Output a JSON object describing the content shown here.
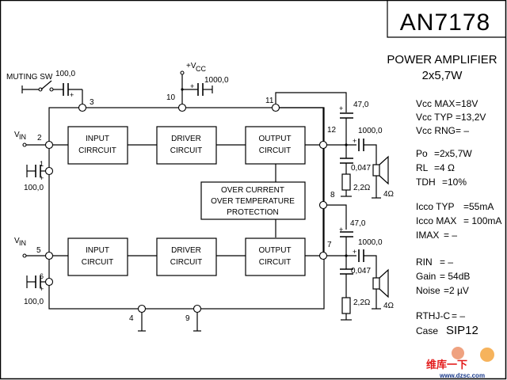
{
  "part_number": "AN7178",
  "heading": {
    "line1": "POWER AMPLIFIER",
    "line2": "2x5,7W"
  },
  "specs": [
    {
      "label": "Vcc MAX",
      "value": "=18V"
    },
    {
      "label": "Vcc TYP",
      "value": "=13,2V"
    },
    {
      "label": "Vcc RNG",
      "value": "= –"
    },
    {
      "label": "Po",
      "value": "=2x5,7W"
    },
    {
      "label": "RL",
      "value": "=4 Ω"
    },
    {
      "label": "TDH",
      "value": "=10%"
    },
    {
      "label": "Icco TYP",
      "value": "=55mA"
    },
    {
      "label": "Icco MAX",
      "value": "= 100mA"
    },
    {
      "label": "IMAX",
      "value": "=  –"
    },
    {
      "label": "RIN",
      "value": "=  –"
    },
    {
      "label": "Gain",
      "value": "= 54dB"
    },
    {
      "label": "Noise",
      "value": "=2 µV"
    },
    {
      "label": "RTHJ-C",
      "value": "=  –"
    },
    {
      "label": "Case",
      "value": "SIP12"
    }
  ],
  "blocks": {
    "input1": [
      "INPUT",
      "CIRRCUIT"
    ],
    "driver1": [
      "DRIVER",
      "CIRCUIT"
    ],
    "output1": [
      "OUTPUT",
      "CIRCUIT"
    ],
    "protection": [
      "OVER CURRENT",
      "OVER TEMPERATURE",
      "PROTECTION"
    ],
    "input2": [
      "INPUT",
      "CIRCUIT"
    ],
    "driver2": [
      "DRIVER",
      "CIRCUIT"
    ],
    "output2": [
      "OUTPUT",
      "CIRCUIT"
    ]
  },
  "pins": {
    "p1": "1",
    "p2": "2",
    "p3": "3",
    "p4": "4",
    "p5": "5",
    "p6": "6",
    "p7": "7",
    "p8": "8",
    "p9": "9",
    "p10": "10",
    "p11": "11",
    "p12": "12"
  },
  "labels": {
    "muting_sw": "MUTING SW",
    "vcc": "+V",
    "vcc_sub": "CC",
    "vin": "V",
    "vin_sub": "IN",
    "plus": "+"
  },
  "components": {
    "c_mute": "100,0",
    "c_vcc": "1000,0",
    "c_pin1": "100,0",
    "c_pin6": "100,0",
    "c_boot1": "47,0",
    "c_out1": "1000,0",
    "c_zobel1": "0,047",
    "r_zobel1": "2,2Ω",
    "spk1": "4Ω",
    "c_boot2": "47,0",
    "c_out2": "1000,0",
    "c_zobel2": "0,047",
    "r_zobel2": "2,2Ω",
    "spk2": "4Ω"
  },
  "watermark": {
    "text_cn": "维库一下",
    "url": "www.dzsc.com"
  }
}
